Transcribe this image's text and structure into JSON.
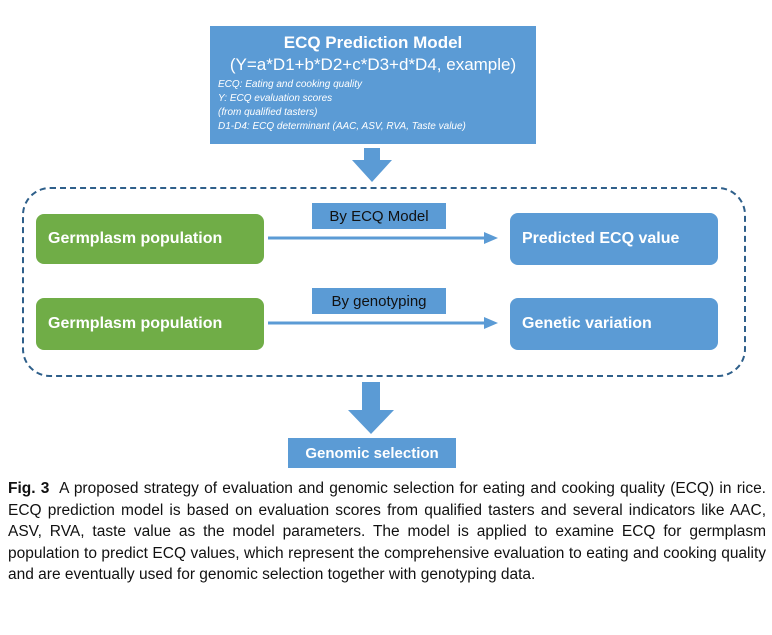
{
  "colors": {
    "blue": "#5b9bd5",
    "green": "#70ad47",
    "dash": "#2e5f8a"
  },
  "model": {
    "title": "ECQ Prediction Model",
    "formula": "(Y=a*D1+b*D2+c*D3+d*D4, example)",
    "notes": [
      "ECQ: Eating and cooking quality",
      "Y: ECQ evaluation scores",
      "(from qualified tasters)",
      "D1-D4: ECQ determinant (AAC, ASV, RVA, Taste value)"
    ]
  },
  "row1": {
    "source": "Germplasm population",
    "method": "By ECQ Model",
    "target": "Predicted ECQ value"
  },
  "row2": {
    "source": "Germplasm population",
    "method": "By genotyping",
    "target": "Genetic variation"
  },
  "result": "Genomic selection",
  "caption": {
    "label": "Fig. 3",
    "text": "A proposed strategy of evaluation and genomic selection for eating and cooking quality (ECQ) in rice. ECQ prediction model is based on evaluation scores from qualified tasters and several indicators like AAC, ASV, RVA, taste value as the model parameters. The model is applied to examine ECQ for germplasm population to predict ECQ values, which represent the comprehensive evaluation to eating and cooking quality and are eventually used for genomic selection together with genotyping data."
  }
}
